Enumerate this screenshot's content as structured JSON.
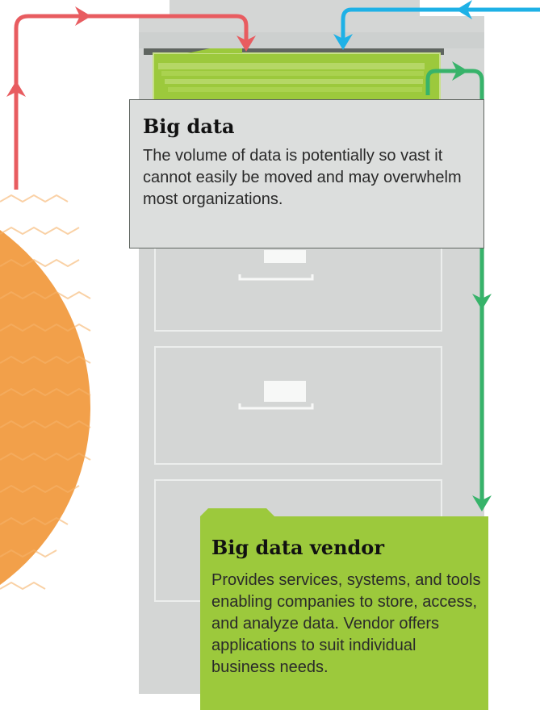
{
  "big_data": {
    "title": "Big data",
    "description": "The volume of data is potentially so vast it cannot easily be moved and may overwhelm most organizations."
  },
  "big_data_vendor": {
    "title": "Big data vendor",
    "description": "Provides services, systems, and tools enabling companies to store, access, and analyze data. Vendor offers applications to suit individual business needs."
  },
  "colors": {
    "red_arrow": "#e85c60",
    "blue_arrow": "#1eb1e6",
    "green_arrow": "#37b36a",
    "orange_circle": "#f2a04a",
    "cabinet": "#d4d6d5",
    "folder_green": "#9cc93c"
  }
}
